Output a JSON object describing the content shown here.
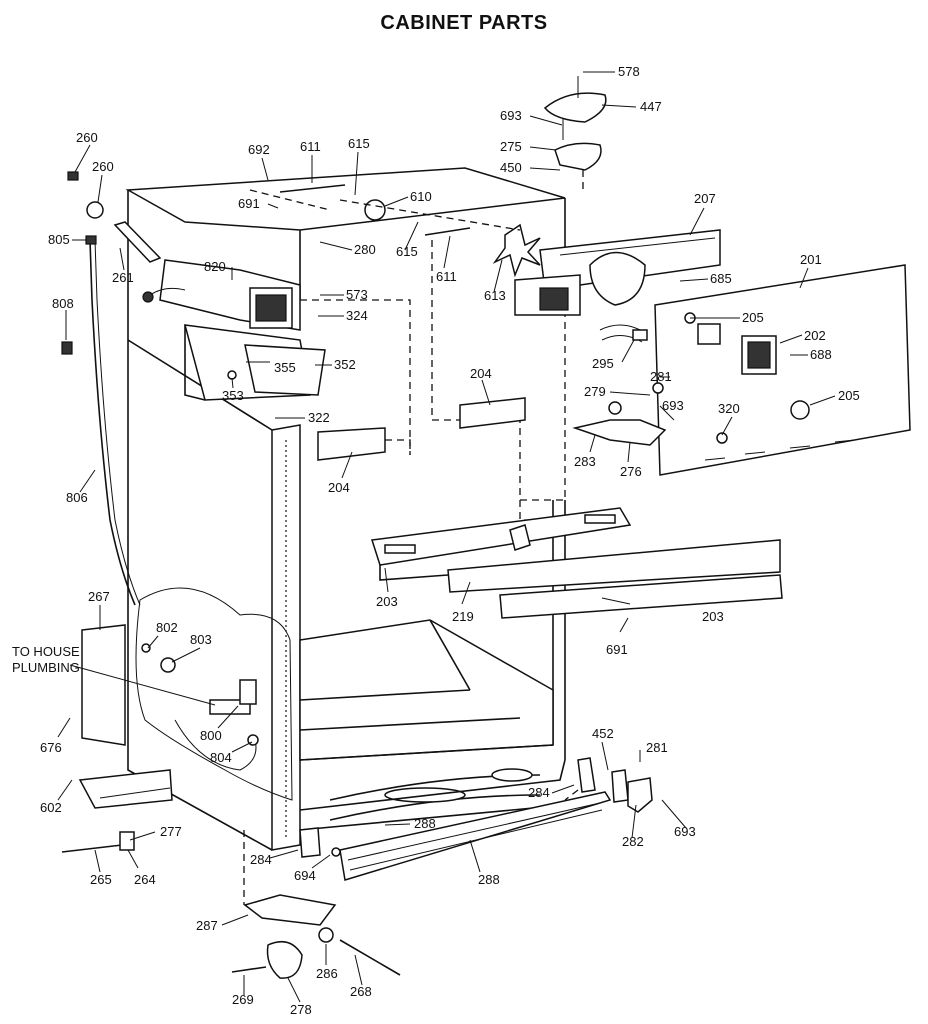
{
  "title": "CABINET PARTS",
  "plumbing_note": [
    "TO HOUSE",
    "PLUMBING"
  ],
  "callouts": [
    {
      "id": "c578",
      "text": "578"
    },
    {
      "id": "c447",
      "text": "447"
    },
    {
      "id": "c693a",
      "text": "693"
    },
    {
      "id": "c275",
      "text": "275"
    },
    {
      "id": "c450",
      "text": "450"
    },
    {
      "id": "c207",
      "text": "207"
    },
    {
      "id": "c260a",
      "text": "260"
    },
    {
      "id": "c260b",
      "text": "260"
    },
    {
      "id": "c692",
      "text": "692"
    },
    {
      "id": "c611a",
      "text": "611"
    },
    {
      "id": "c615a",
      "text": "615"
    },
    {
      "id": "c691a",
      "text": "691"
    },
    {
      "id": "c610",
      "text": "610"
    },
    {
      "id": "c805",
      "text": "805"
    },
    {
      "id": "c280",
      "text": "280"
    },
    {
      "id": "c615b",
      "text": "615"
    },
    {
      "id": "c611b",
      "text": "611"
    },
    {
      "id": "c613",
      "text": "613"
    },
    {
      "id": "c685",
      "text": "685"
    },
    {
      "id": "c201",
      "text": "201"
    },
    {
      "id": "c261",
      "text": "261"
    },
    {
      "id": "c820",
      "text": "820"
    },
    {
      "id": "c573",
      "text": "573"
    },
    {
      "id": "c808",
      "text": "808"
    },
    {
      "id": "c324",
      "text": "324"
    },
    {
      "id": "c205a",
      "text": "205"
    },
    {
      "id": "c202",
      "text": "202"
    },
    {
      "id": "c295",
      "text": "295"
    },
    {
      "id": "c688",
      "text": "688"
    },
    {
      "id": "c355",
      "text": "355"
    },
    {
      "id": "c352",
      "text": "352"
    },
    {
      "id": "c281a",
      "text": "281"
    },
    {
      "id": "c353",
      "text": "353"
    },
    {
      "id": "c204a",
      "text": "204"
    },
    {
      "id": "c279",
      "text": "279"
    },
    {
      "id": "c693b",
      "text": "693"
    },
    {
      "id": "c205b",
      "text": "205"
    },
    {
      "id": "c320",
      "text": "320"
    },
    {
      "id": "c322",
      "text": "322"
    },
    {
      "id": "c283",
      "text": "283"
    },
    {
      "id": "c276",
      "text": "276"
    },
    {
      "id": "c204b",
      "text": "204"
    },
    {
      "id": "c806",
      "text": "806"
    },
    {
      "id": "c203a",
      "text": "203"
    },
    {
      "id": "c219",
      "text": "219"
    },
    {
      "id": "c203b",
      "text": "203"
    },
    {
      "id": "c267",
      "text": "267"
    },
    {
      "id": "c802",
      "text": "802"
    },
    {
      "id": "c803",
      "text": "803"
    },
    {
      "id": "c691b",
      "text": "691"
    },
    {
      "id": "c800",
      "text": "800"
    },
    {
      "id": "c676",
      "text": "676"
    },
    {
      "id": "c804",
      "text": "804"
    },
    {
      "id": "c452",
      "text": "452"
    },
    {
      "id": "c281b",
      "text": "281"
    },
    {
      "id": "c602",
      "text": "602"
    },
    {
      "id": "c284a",
      "text": "284"
    },
    {
      "id": "c277",
      "text": "277"
    },
    {
      "id": "c288a",
      "text": "288"
    },
    {
      "id": "c693c",
      "text": "693"
    },
    {
      "id": "c282",
      "text": "282"
    },
    {
      "id": "c284b",
      "text": "284"
    },
    {
      "id": "c264",
      "text": "264"
    },
    {
      "id": "c265",
      "text": "265"
    },
    {
      "id": "c694",
      "text": "694"
    },
    {
      "id": "c288b",
      "text": "288"
    },
    {
      "id": "c287",
      "text": "287"
    },
    {
      "id": "c286",
      "text": "286"
    },
    {
      "id": "c268",
      "text": "268"
    },
    {
      "id": "c269",
      "text": "269"
    },
    {
      "id": "c278",
      "text": "278"
    }
  ]
}
